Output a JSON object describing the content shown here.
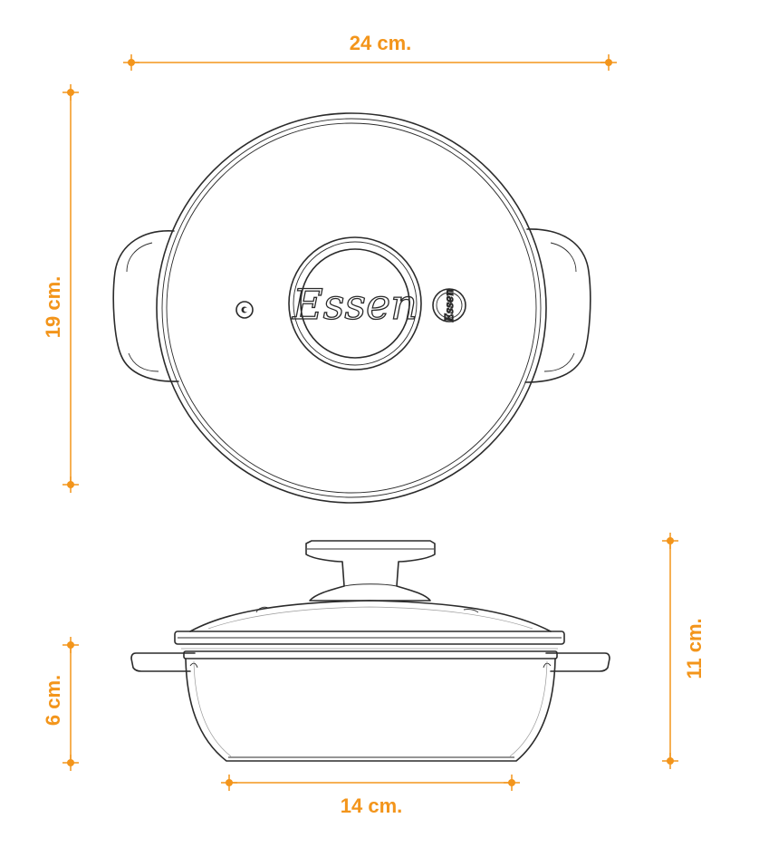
{
  "colors": {
    "dimension": "#f3951b",
    "outline": "#2b2b2b",
    "background": "#ffffff"
  },
  "dimensions": {
    "top_width": "24 cm.",
    "top_height": "19 cm.",
    "body_height": "6 cm.",
    "total_height": "11 cm.",
    "base_width": "14 cm."
  },
  "logo": {
    "lid_text": "Essen",
    "badge_text": "Essen"
  }
}
